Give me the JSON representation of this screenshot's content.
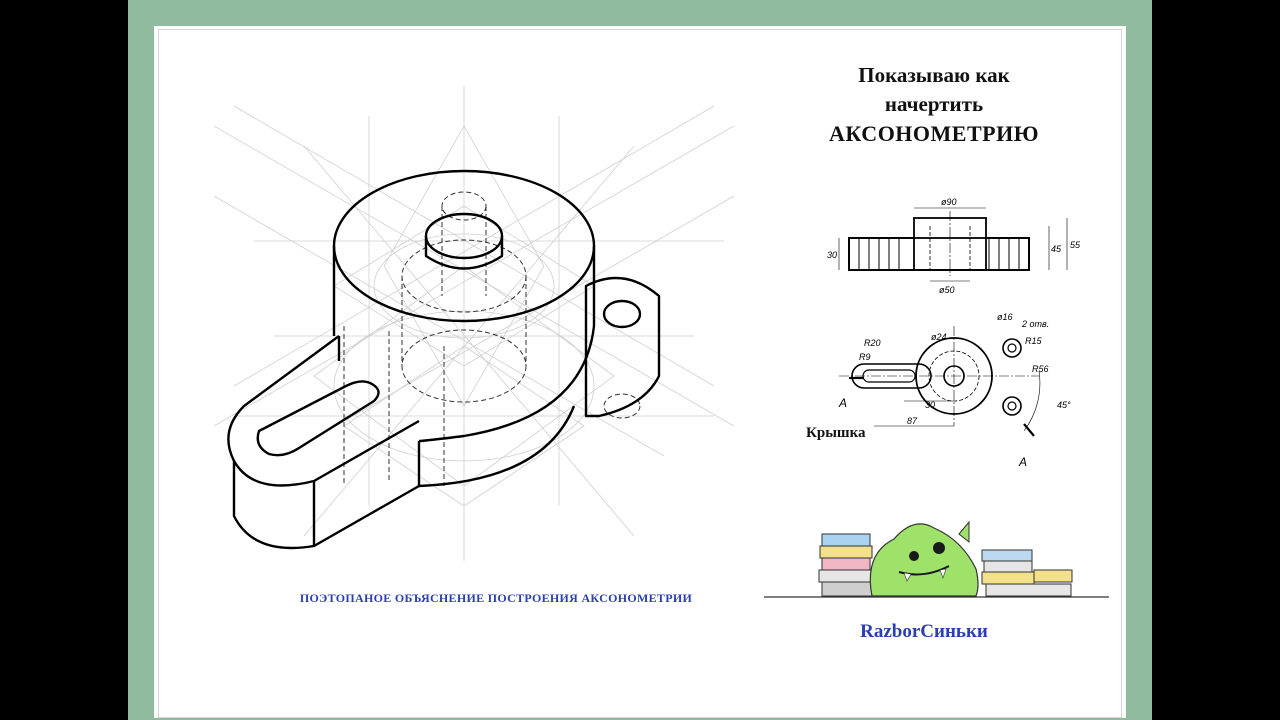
{
  "colors": {
    "frame": "#8fba9e",
    "paper": "#ffffff",
    "accent_blue": "#2b3fb0",
    "monster_green": "#9fe26a",
    "construction": "#c8c8c8",
    "ink": "#111111"
  },
  "header": {
    "line1": "Показываю как",
    "line2": "начертить",
    "line3": "АКСОНОМЕТРИЮ"
  },
  "caption": "ПОЭТОПАНОЕ ОБЪЯСНЕНИЕ ПОСТРОЕНИЯ АКСОНОМЕТРИИ",
  "brand": "RazborСиньки",
  "part_name": "Крышка",
  "dimensions": {
    "d90": "ø90",
    "d50": "ø50",
    "h30": "30",
    "h45": "45",
    "h55": "55",
    "d16": "ø16",
    "holes": "2 отв.",
    "r15": "R15",
    "r20": "R20",
    "r9": "R9",
    "d24": "ø24",
    "r56": "R56",
    "l30": "30",
    "l87": "87",
    "angle": "45°",
    "section_a1": "А",
    "section_a2": "А"
  },
  "icons": {
    "mascot": "green-monster-icon",
    "books": "book-stack-icon"
  }
}
